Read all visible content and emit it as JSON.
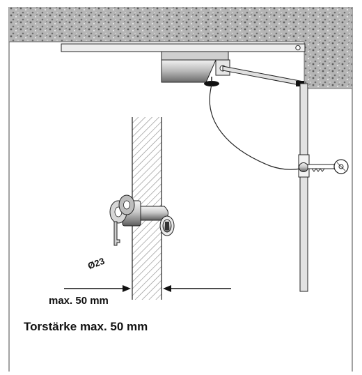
{
  "labels": {
    "diameter": "Ø23",
    "max_thickness": "max. 50 mm",
    "caption": "Torstärke max. 50 mm"
  },
  "colors": {
    "line": "#222222",
    "stone": "#9a9a9a",
    "metal_light": "#e6e6e6",
    "metal_dark": "#7a7a7a",
    "hatch": "#8c8c8c"
  }
}
